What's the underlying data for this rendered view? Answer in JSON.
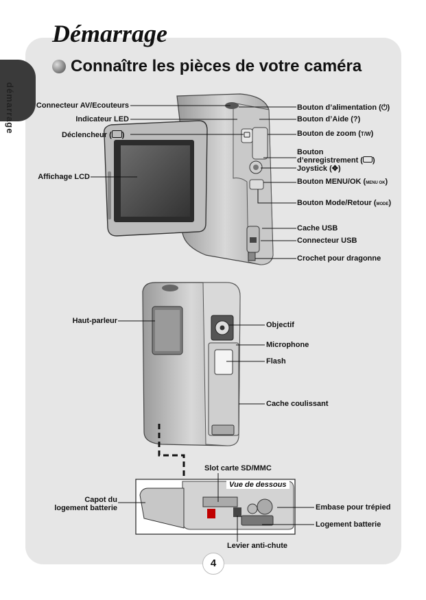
{
  "header": {
    "title": "Démarrage"
  },
  "side_tab": {
    "label": "démarrage"
  },
  "section": {
    "title": "Connaître les pièces de votre caméra"
  },
  "top_labels": {
    "av_connector": "Connecteur AV/Ecouteurs",
    "led": "Indicateur LED",
    "shutter": "Déclencheur (",
    "lcd": "Affichage LCD",
    "power": "Bouton d’alimentation (",
    "help": "Bouton d’Aide (",
    "zoom": "Bouton de zoom (",
    "record_line1": "Bouton",
    "record_line2": "d’enregistrement (",
    "joystick": "Joystick (",
    "menu": "Bouton MENU/OK (",
    "mode": "Bouton Mode/Retour (",
    "usb_cover": "Cache USB",
    "usb_connector": "Connecteur USB",
    "strap_hook": "Crochet pour dragonne"
  },
  "icon_text": {
    "menu_ok": "MENU OK",
    "mode": "MODE",
    "zoom_t": "T",
    "zoom_w": "W",
    "help": "?",
    "close_paren": ")"
  },
  "middle_labels": {
    "speaker": "Haut-parleur",
    "lens": "Objectif",
    "microphone": "Microphone",
    "flash": "Flash",
    "slide_cover": "Cache coulissant"
  },
  "bottom_labels": {
    "sd_slot": "Slot carte SD/MMC",
    "bottom_view": "Vue de dessous",
    "battery_cover_line1": "Capot du",
    "battery_cover_line2": "logement batterie",
    "tripod": "Embase pour trépied",
    "battery_compartment": "Logement batterie",
    "anti_drop": "Levier anti-chute"
  },
  "footer": {
    "page": "4"
  }
}
